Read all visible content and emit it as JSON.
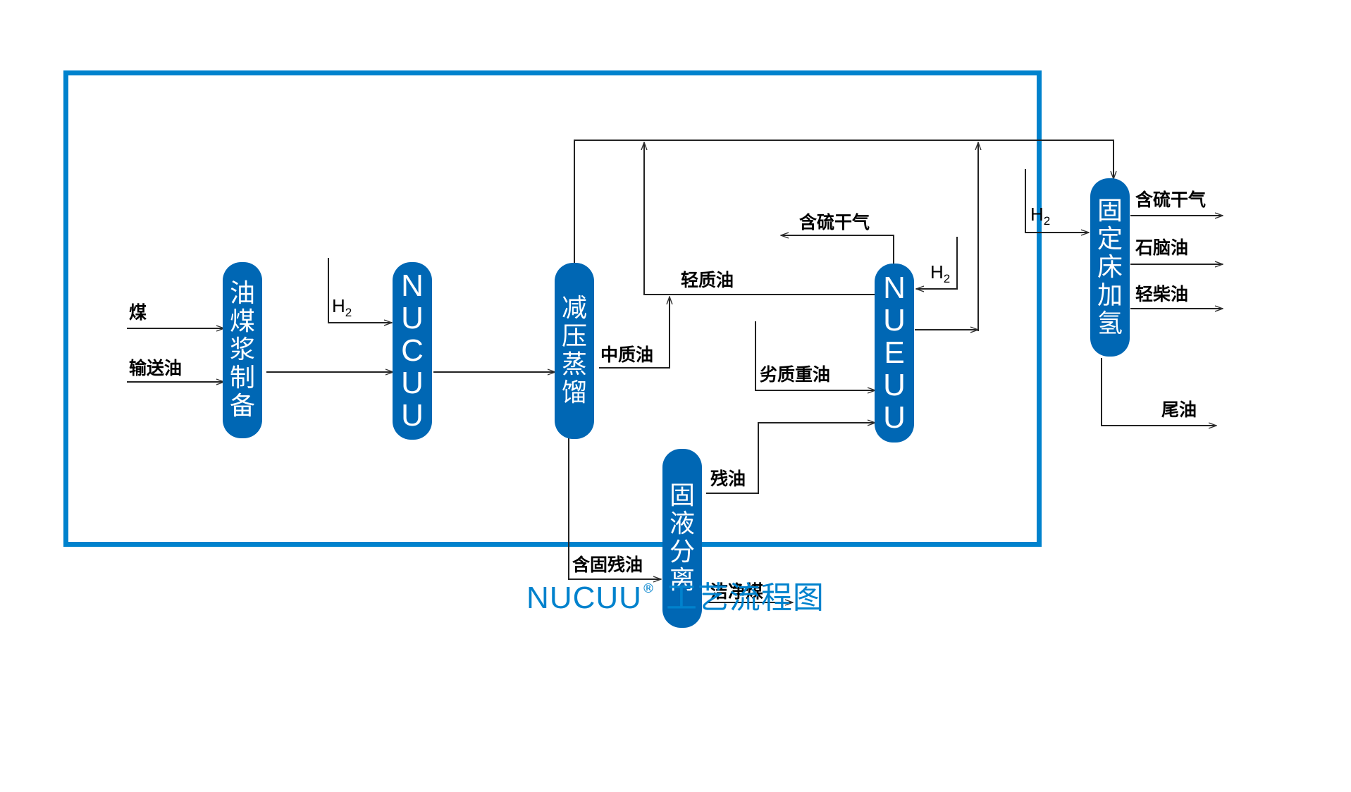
{
  "caption": {
    "brand": "NUCUU",
    "registered_mark": "®",
    "title": "工艺流程图"
  },
  "colors": {
    "frame": "#0082CD",
    "unit_fill": "#0067B4",
    "unit_text": "#FFFFFF",
    "line": "#000000",
    "caption": "#0082CD"
  },
  "units": {
    "slurry": "油煤浆制备",
    "nucuu": "NUCUU",
    "vacuum": "减压蒸馏",
    "solid_liquid": "固液分离",
    "nueuu": "NUEUU",
    "fixed_bed": "固定床加氢"
  },
  "streams": {
    "coal": "煤",
    "transport_oil": "输送油",
    "h2_main": "H",
    "h2_sub": "2",
    "middle_oil": "中质油",
    "light_oil": "轻质油",
    "sour_dry_gas": "含硫干气",
    "inferior_heavy_oil": "劣质重油",
    "solid_residue_oil": "含固残油",
    "residue_oil": "残油",
    "clean_coal": "洁净煤",
    "fb_sour_dry_gas": "含硫干气",
    "naphtha": "石脑油",
    "light_diesel": "轻柴油",
    "tail_oil": "尾油"
  }
}
